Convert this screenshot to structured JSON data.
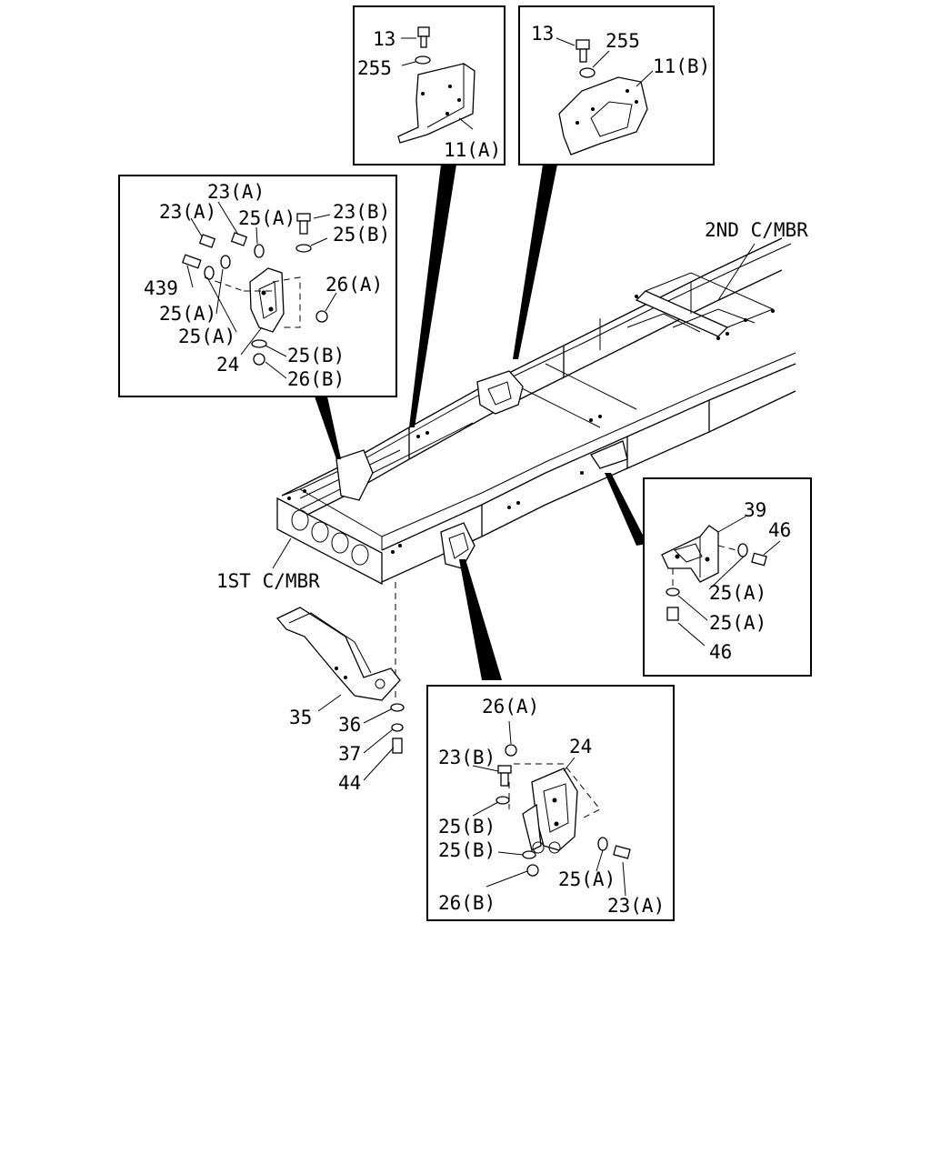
{
  "diagram": {
    "main_labels": {
      "second_crossmember": "2ND C/MBR",
      "first_crossmember": "1ST C/MBR"
    },
    "box_a": {
      "bolt": "13",
      "washer": "255",
      "bracket": "11(A)"
    },
    "box_b": {
      "bolt": "13",
      "washer": "255",
      "bracket": "11(B)"
    },
    "box_c": {
      "bolt_top": "23(A)",
      "bolt_left": "23(A)",
      "washer_top": "25(A)",
      "bolt_right": "23(B)",
      "washer_right": "25(B)",
      "stud": "439",
      "nut_right": "26(A)",
      "washer_left_1": "25(A)",
      "washer_left_2": "25(A)",
      "bracket": "24",
      "washer_bottom": "25(B)",
      "nut_bottom": "26(B)"
    },
    "box_d": {
      "bracket": "39",
      "bolt_right": "46",
      "washer_1": "25(A)",
      "washer_2": "25(A)",
      "bolt_bottom": "46"
    },
    "box_e": {
      "nut_top": "26(A)",
      "bracket": "24",
      "bolt_left": "23(B)",
      "washer_left": "25(B)",
      "washer_lower": "25(B)",
      "nut_bottom": "26(B)",
      "washer_right": "25(A)",
      "bolt_right": "23(A)"
    },
    "loose_parts": {
      "guard": "35",
      "washer": "36",
      "spring_washer": "37",
      "bolt": "44"
    }
  }
}
